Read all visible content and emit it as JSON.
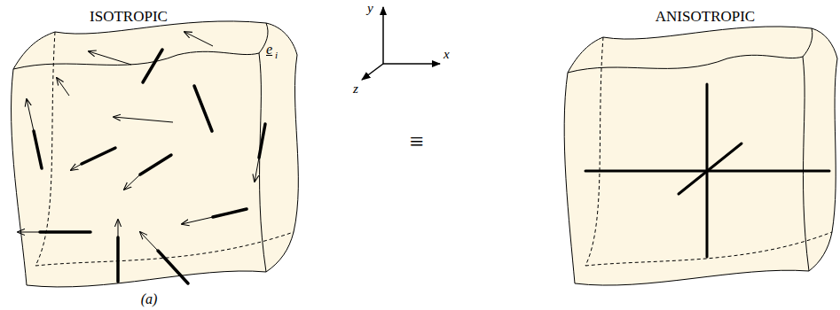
{
  "diagram": {
    "labels": [
      "ISOTROPIC",
      "ANISOTROPIC",
      "y",
      "x",
      "z",
      "e",
      "i",
      "≡",
      "(a)"
    ]
  }
}
